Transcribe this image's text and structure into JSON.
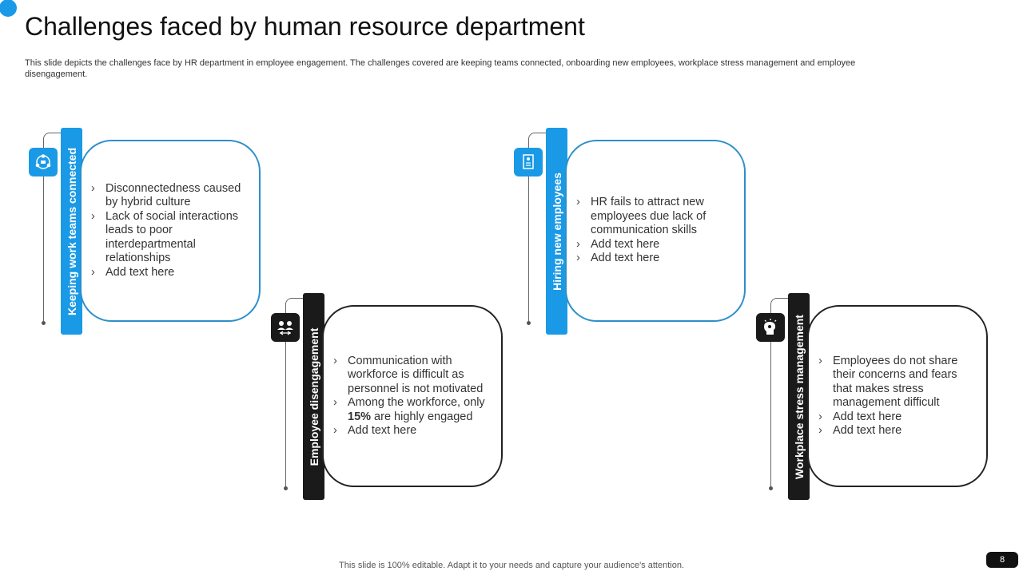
{
  "header": {
    "title": "Challenges faced by human resource department",
    "subtitle": "This slide depicts the challenges face by HR department in employee engagement. The challenges covered are keeping teams connected, onboarding new employees, workplace stress management and employee disengagement."
  },
  "cards": [
    {
      "label": "Keeping work teams connected",
      "icon": "team-network-icon",
      "bullets": [
        "Disconnectedness caused by hybrid culture",
        "Lack of social interactions leads to poor interdepartmental relationships",
        "Add text here"
      ]
    },
    {
      "label": "Employee disengagement",
      "icon": "people-exchange-icon",
      "bullets_pre": "Communication with workforce is difficult as personnel is not motivated",
      "bullet2_a": "Among the workforce, only ",
      "bullet2_b": "15%",
      "bullet2_c": " are highly engaged",
      "bullet3": "Add text here"
    },
    {
      "label": "Hiring new employees",
      "icon": "resume-document-icon",
      "bullets": [
        "HR fails to attract new employees due lack of communication skills",
        "Add text here",
        "Add text here"
      ]
    },
    {
      "label": "Workplace stress management",
      "icon": "stressed-head-icon",
      "bullets": [
        "Employees do not share their concerns and fears that makes stress management difficult",
        "Add text here",
        "Add text here"
      ]
    }
  ],
  "footer": {
    "text": "This slide is 100% editable. Adapt it to your needs and capture your audience's attention."
  },
  "page_number": "8",
  "colors": {
    "accent_blue": "#1a9ae6",
    "dark": "#1a1a1a"
  }
}
